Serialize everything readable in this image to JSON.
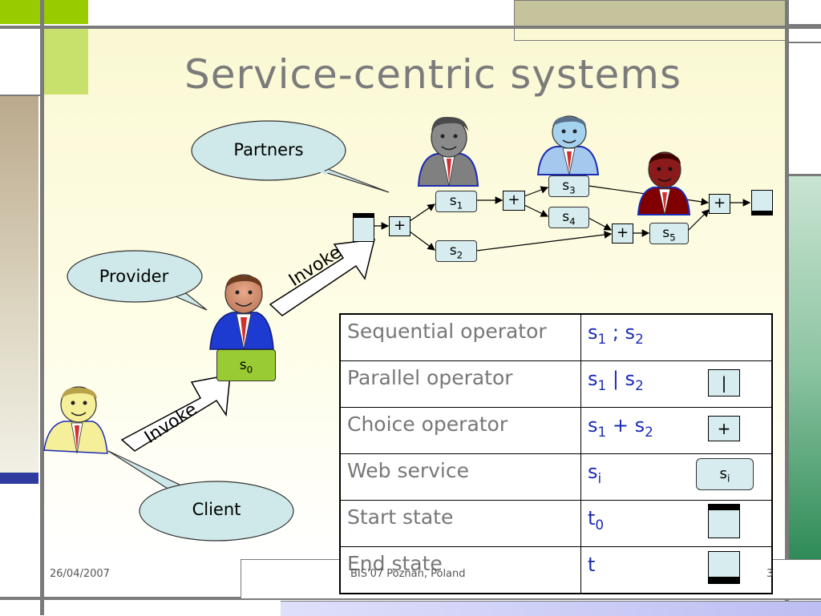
{
  "title": "Service-centric systems",
  "callouts": {
    "partners": "Partners",
    "provider": "Provider",
    "client": "Client"
  },
  "arrows": {
    "invoke_upper": "Invoke",
    "invoke_lower": "Invoke"
  },
  "services": {
    "s0": {
      "base": "s",
      "sub": "0"
    },
    "s1": {
      "base": "s",
      "sub": "1"
    },
    "s2": {
      "base": "s",
      "sub": "2"
    },
    "s3": {
      "base": "s",
      "sub": "3"
    },
    "s4": {
      "base": "s",
      "sub": "4"
    },
    "s5": {
      "base": "s",
      "sub": "5"
    }
  },
  "operators": {
    "choice": "+"
  },
  "legend": {
    "rows": [
      {
        "name": "Sequential operator",
        "expr": [
          "s",
          "1",
          " ; s",
          "2"
        ]
      },
      {
        "name": "Parallel operator",
        "expr": [
          "s",
          "1",
          " | s",
          "2"
        ],
        "icon": "|"
      },
      {
        "name": "Choice operator",
        "expr": [
          "s",
          "1",
          " + s",
          "2"
        ],
        "icon": "+"
      },
      {
        "name": "Web service",
        "expr": [
          "s",
          "i"
        ],
        "icon_base": "s",
        "icon_sub": "i"
      },
      {
        "name": "Start state",
        "expr": [
          "t",
          "0"
        ]
      },
      {
        "name": "End state",
        "expr": [
          "t"
        ]
      }
    ]
  },
  "footer": {
    "date": "26/04/2007",
    "center": "BIS'07 Poznan, Poland",
    "page": "3"
  },
  "colors": {
    "bar_green": "#99cc00",
    "bar_tan": "#c5c39b",
    "bar_sand": "#bdb19c",
    "bar_sage": "#b4d7c2",
    "bar_navy": "#2f3b9e",
    "bar_lavender": "#cfd0f4",
    "callout_fill": "#cfe8ea",
    "diagram_blue": "#1b2bb5"
  }
}
